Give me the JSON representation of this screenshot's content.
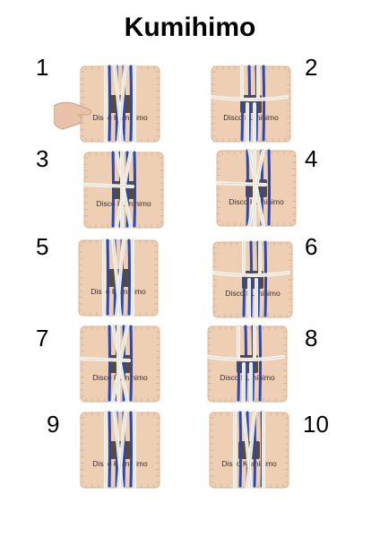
{
  "title": "Kumihimo",
  "board_label": "Disco Kumihimo",
  "colors": {
    "board": "#efcfb3",
    "board_edge": "#d9b497",
    "blue_cord": "#1f49c9",
    "white_cord": "#f4f4ee",
    "hole": "#5a4a3c"
  },
  "steps": [
    {
      "number": "1"
    },
    {
      "number": "2"
    },
    {
      "number": "3"
    },
    {
      "number": "4"
    },
    {
      "number": "5"
    },
    {
      "number": "6"
    },
    {
      "number": "7"
    },
    {
      "number": "8"
    },
    {
      "number": "9"
    },
    {
      "number": "10"
    }
  ]
}
